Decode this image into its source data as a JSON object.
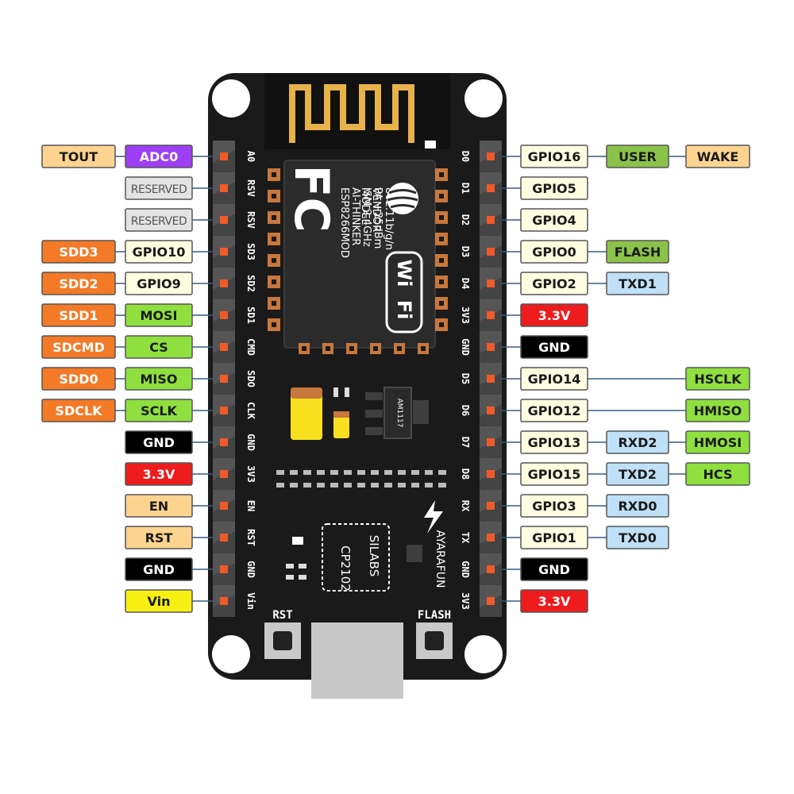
{
  "colors": {
    "board": "#1a1a1a",
    "pad": "#c8773d",
    "header": "#4a4a4a",
    "antenna": "#e8b24a",
    "tan": "#fdd48f",
    "purple": "#9e3ff5",
    "gray": "#e3e3e3",
    "orange": "#f47a27",
    "cream": "#fefde1",
    "lime": "#8fe03e",
    "black": "#000000",
    "red": "#ee1c1c",
    "yellow": "#f8f012",
    "lightblue": "#bfe0f7",
    "green": "#8bc24a"
  },
  "left_pins": [
    {
      "silk": "A0",
      "labels": [
        {
          "text": "ADC0",
          "color": "purple"
        },
        {
          "text": "TOUT",
          "color": "tan"
        }
      ]
    },
    {
      "silk": "RSV",
      "labels": [
        {
          "text": "RESERVED",
          "color": "gray"
        }
      ]
    },
    {
      "silk": "RSV",
      "labels": [
        {
          "text": "RESERVED",
          "color": "gray"
        }
      ]
    },
    {
      "silk": "SD3",
      "labels": [
        {
          "text": "GPIO10",
          "color": "cream"
        },
        {
          "text": "SDD3",
          "color": "orange"
        }
      ]
    },
    {
      "silk": "SD2",
      "labels": [
        {
          "text": "GPIO9",
          "color": "cream"
        },
        {
          "text": "SDD2",
          "color": "orange"
        }
      ]
    },
    {
      "silk": "SD1",
      "labels": [
        {
          "text": "MOSI",
          "color": "lime"
        },
        {
          "text": "SDD1",
          "color": "orange"
        }
      ]
    },
    {
      "silk": "CMD",
      "labels": [
        {
          "text": "CS",
          "color": "lime"
        },
        {
          "text": "SDCMD",
          "color": "orange"
        }
      ]
    },
    {
      "silk": "SDO",
      "labels": [
        {
          "text": "MISO",
          "color": "lime"
        },
        {
          "text": "SDD0",
          "color": "orange"
        }
      ]
    },
    {
      "silk": "CLK",
      "labels": [
        {
          "text": "SCLK",
          "color": "lime"
        },
        {
          "text": "SDCLK",
          "color": "orange"
        }
      ]
    },
    {
      "silk": "GND",
      "labels": [
        {
          "text": "GND",
          "color": "black"
        }
      ]
    },
    {
      "silk": "3V3",
      "labels": [
        {
          "text": "3.3V",
          "color": "red"
        }
      ]
    },
    {
      "silk": "EN",
      "labels": [
        {
          "text": "EN",
          "color": "tan"
        }
      ]
    },
    {
      "silk": "RST",
      "labels": [
        {
          "text": "RST",
          "color": "tan"
        }
      ]
    },
    {
      "silk": "GND",
      "labels": [
        {
          "text": "GND",
          "color": "black"
        }
      ]
    },
    {
      "silk": "Vin",
      "labels": [
        {
          "text": "Vin",
          "color": "yellow"
        }
      ]
    }
  ],
  "right_pins": [
    {
      "silk": "D0",
      "labels": [
        {
          "text": "GPIO16",
          "color": "cream"
        },
        {
          "text": "USER",
          "color": "green"
        },
        {
          "text": "WAKE",
          "color": "tan"
        }
      ]
    },
    {
      "silk": "D1",
      "labels": [
        {
          "text": "GPIO5",
          "color": "cream"
        }
      ]
    },
    {
      "silk": "D2",
      "labels": [
        {
          "text": "GPIO4",
          "color": "cream"
        }
      ]
    },
    {
      "silk": "D3",
      "labels": [
        {
          "text": "GPIO0",
          "color": "cream"
        },
        {
          "text": "FLASH",
          "color": "green"
        }
      ]
    },
    {
      "silk": "D4",
      "labels": [
        {
          "text": "GPIO2",
          "color": "cream"
        },
        {
          "text": "TXD1",
          "color": "lightblue"
        }
      ]
    },
    {
      "silk": "3V3",
      "labels": [
        {
          "text": "3.3V",
          "color": "red"
        }
      ]
    },
    {
      "silk": "GND",
      "labels": [
        {
          "text": "GND",
          "color": "black"
        }
      ]
    },
    {
      "silk": "D5",
      "labels": [
        {
          "text": "GPIO14",
          "color": "cream"
        },
        {
          "text": "HSCLK",
          "color": "lime",
          "far": true
        }
      ]
    },
    {
      "silk": "D6",
      "labels": [
        {
          "text": "GPIO12",
          "color": "cream"
        },
        {
          "text": "HMISO",
          "color": "lime",
          "far": true
        }
      ]
    },
    {
      "silk": "D7",
      "labels": [
        {
          "text": "GPIO13",
          "color": "cream"
        },
        {
          "text": "RXD2",
          "color": "lightblue"
        },
        {
          "text": "HMOSI",
          "color": "lime"
        }
      ]
    },
    {
      "silk": "D8",
      "labels": [
        {
          "text": "GPIO15",
          "color": "cream"
        },
        {
          "text": "TXD2",
          "color": "lightblue"
        },
        {
          "text": "HCS",
          "color": "lime"
        }
      ]
    },
    {
      "silk": "RX",
      "labels": [
        {
          "text": "GPIO3",
          "color": "cream"
        },
        {
          "text": "RXD0",
          "color": "lightblue"
        }
      ]
    },
    {
      "silk": "TX",
      "labels": [
        {
          "text": "GPIO1",
          "color": "cream"
        },
        {
          "text": "TXD0",
          "color": "lightblue"
        }
      ]
    },
    {
      "silk": "GND",
      "labels": [
        {
          "text": "GND",
          "color": "black"
        }
      ]
    },
    {
      "silk": "3V3",
      "labels": [
        {
          "text": "3.3V",
          "color": "red"
        }
      ]
    }
  ],
  "board": {
    "rst_button_label": "RST",
    "flash_button_label": "FLASH",
    "module_lines": [
      "MODEL",
      "VENDOR",
      "ESP8266MOD",
      "AI-THINKER",
      "ISM 2.4GHz",
      "PA +25dBm",
      "802.11b/g/n"
    ],
    "fc_mark": "FC",
    "wifi_top": "Wi",
    "wifi_bottom": "Fi",
    "regulator": "AM1117",
    "usb_chip_line1": "SILABS",
    "usb_chip_line2": "CP2102",
    "brand": "AYARAFUN"
  }
}
